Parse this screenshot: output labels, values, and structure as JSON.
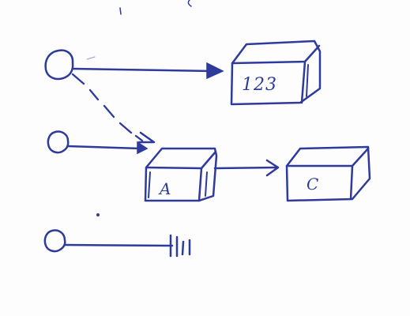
{
  "diagram": {
    "ink_color": "#2e3a9c",
    "paper_color": "#fdfdfe",
    "nodes": {
      "box_123": {
        "label": "123"
      },
      "box_a": {
        "label": "A"
      },
      "box_c": {
        "label": "C"
      }
    },
    "edges": [
      {
        "from": "circle-top",
        "to": "box-123",
        "style": "solid"
      },
      {
        "from": "circle-top",
        "to": "box-a",
        "style": "dashed"
      },
      {
        "from": "circle-middle",
        "to": "box-a",
        "style": "solid"
      },
      {
        "from": "box-a",
        "to": "box-c",
        "style": "solid"
      },
      {
        "from": "circle-bottom",
        "to": "ground",
        "style": "solid"
      }
    ]
  }
}
